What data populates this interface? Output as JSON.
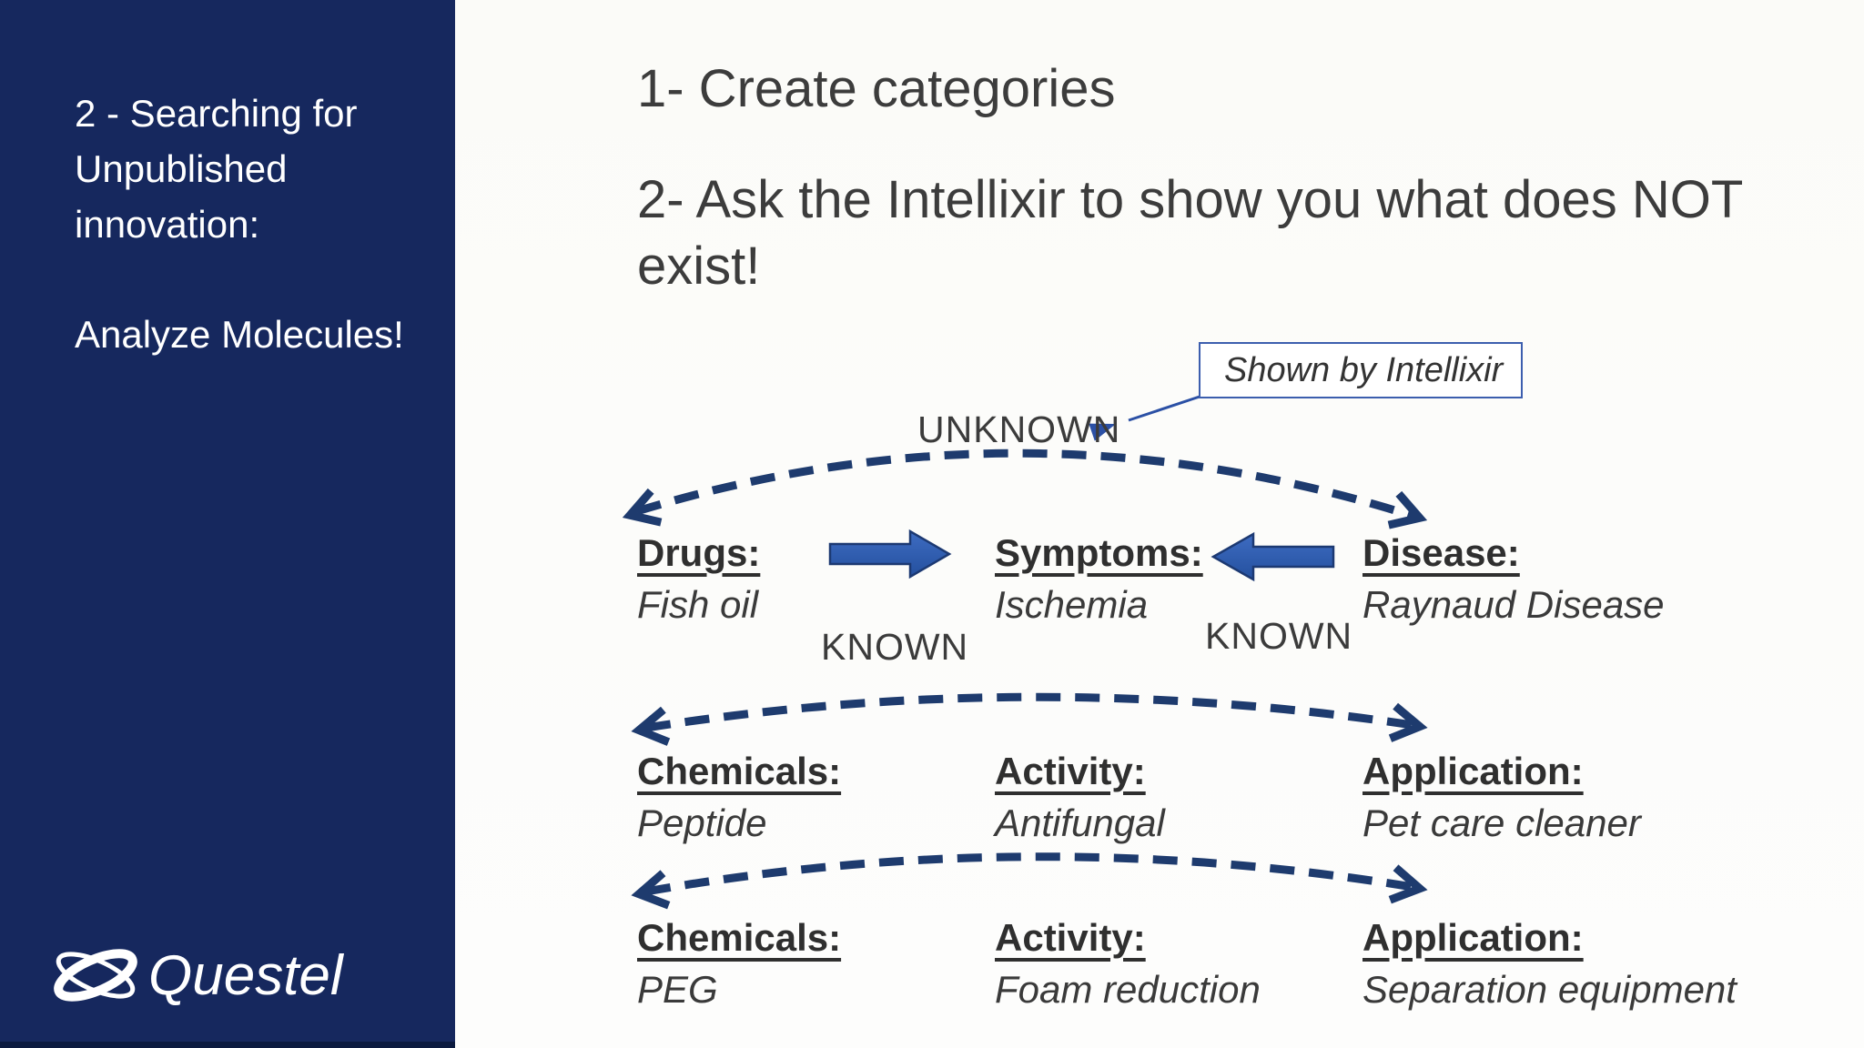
{
  "sidebar": {
    "bg_color": "#16285E",
    "title_lines": [
      "2 - Searching for",
      "Unpublished",
      "innovation:"
    ],
    "subtitle": "Analyze Molecules!",
    "logo_text": "Questel"
  },
  "main": {
    "heading1": "1- Create categories",
    "heading2_line1": "2- Ask the Intellixir to show you what does NOT",
    "heading2_line2": "exist!",
    "callout": "Shown by Intellixir",
    "unknown_label": "UNKNOWN",
    "known_label_1": "KNOWN",
    "known_label_2": "KNOWN",
    "rows": [
      {
        "items": [
          {
            "label": "Drugs:",
            "value": "Fish oil"
          },
          {
            "label": "Symptoms:",
            "value": "Ischemia"
          },
          {
            "label": "Disease:",
            "value": "Raynaud Disease"
          }
        ]
      },
      {
        "items": [
          {
            "label": "Chemicals:",
            "value": "Peptide"
          },
          {
            "label": "Activity:",
            "value": "Antifungal"
          },
          {
            "label": "Application:",
            "value": "Pet care cleaner"
          }
        ]
      },
      {
        "items": [
          {
            "label": "Chemicals:",
            "value": "PEG"
          },
          {
            "label": "Activity:",
            "value": "Foam reduction"
          },
          {
            "label": "Application:",
            "value": "Separation equipment"
          }
        ]
      }
    ],
    "colors": {
      "navy": "#1E3B6E",
      "arrow_fill": "#2B57A9",
      "arrow_stroke": "#1C3972",
      "callout_border": "#3C5EAE",
      "accent_line": "#2B50A5"
    }
  }
}
